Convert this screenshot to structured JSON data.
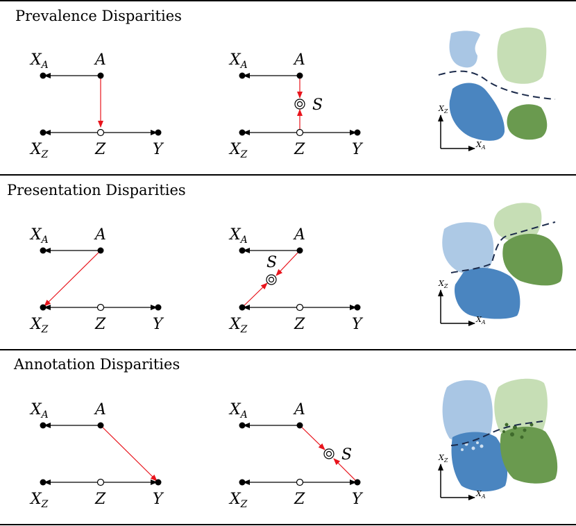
{
  "sections": [
    {
      "title": "Prevalence Disparities"
    },
    {
      "title": "Presentation Disparities"
    },
    {
      "title": "Annotation Disparities"
    }
  ],
  "nodes": {
    "xa_main": "X",
    "xa_sub": "A",
    "a": "A",
    "xz_main": "X",
    "xz_sub": "Z",
    "z": "Z",
    "y": "Y",
    "s": "S"
  },
  "axes": {
    "x_main": "X",
    "x_sub": "A",
    "y_main": "X",
    "y_sub": "Z"
  },
  "colors": {
    "black": "#000000",
    "red": "#e8141c",
    "light_blue": "#a9c6e4",
    "dark_blue": "#4a85c0",
    "light_green": "#c6deb5",
    "dark_green": "#6a9a4f",
    "boundary": "#1b2a4a"
  }
}
